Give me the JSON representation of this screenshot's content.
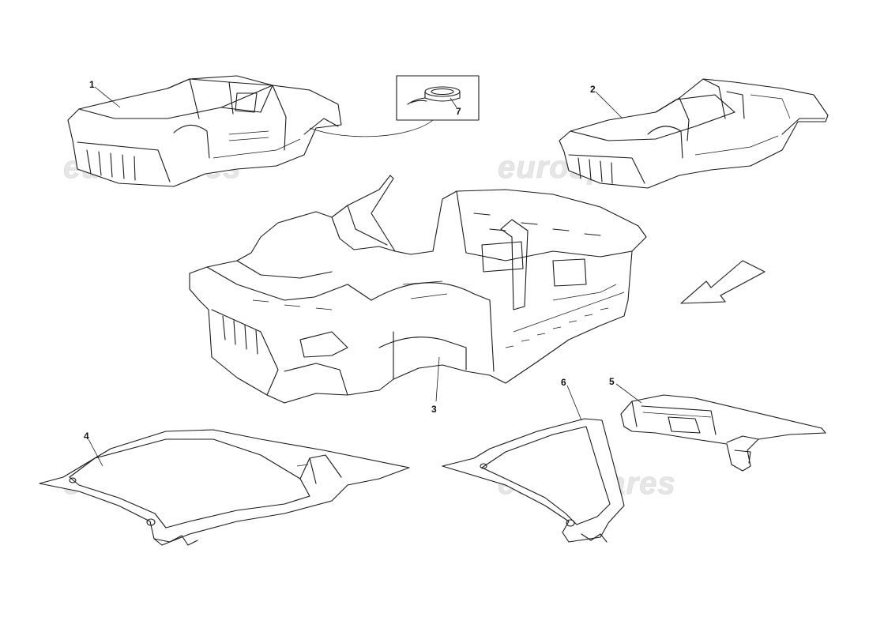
{
  "watermark": "eurospares",
  "callouts": [
    {
      "id": "1",
      "label": "1"
    },
    {
      "id": "2",
      "label": "2"
    },
    {
      "id": "3",
      "label": "3"
    },
    {
      "id": "4",
      "label": "4"
    },
    {
      "id": "5",
      "label": "5"
    },
    {
      "id": "6",
      "label": "6"
    },
    {
      "id": "7",
      "label": "7"
    }
  ]
}
